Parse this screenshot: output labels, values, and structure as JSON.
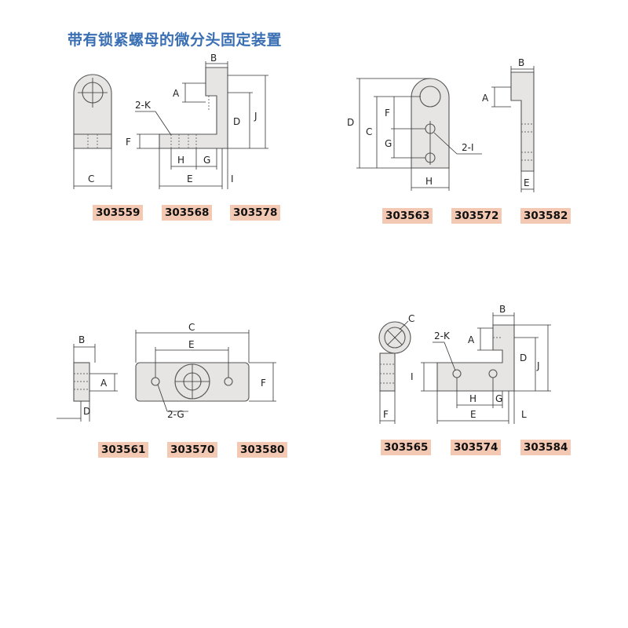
{
  "title": "带有锁紧螺母的微分头固定装置",
  "colors": {
    "title": "#3a6fb3",
    "code_bg": "#f4c9b3",
    "part_fill": "#e6e5e4"
  },
  "groups": [
    {
      "labels": {
        "a": "A",
        "b": "B",
        "c": "C",
        "d": "D",
        "e": "E",
        "f": "F",
        "g": "G",
        "h": "H",
        "i": "I",
        "j": "J",
        "k": "2-K"
      },
      "codes": [
        "303559",
        "303568",
        "303578"
      ]
    },
    {
      "labels": {
        "a": "A",
        "b": "B",
        "c": "C",
        "d": "D",
        "e": "E",
        "f": "F",
        "g": "G",
        "h": "H",
        "i": "2-I"
      },
      "codes": [
        "303563",
        "303572",
        "303582"
      ]
    },
    {
      "labels": {
        "a": "A",
        "b": "B",
        "c": "C",
        "d": "D",
        "e": "E",
        "f": "F",
        "g": "2-G"
      },
      "codes": [
        "303561",
        "303570",
        "303580"
      ]
    },
    {
      "labels": {
        "a": "A",
        "b": "B",
        "c": "C",
        "d": "D",
        "e": "E",
        "f": "F",
        "g": "G",
        "h": "H",
        "i": "I",
        "j": "J",
        "k": "2-K",
        "l": "L"
      },
      "codes": [
        "303565",
        "303574",
        "303584"
      ]
    }
  ]
}
